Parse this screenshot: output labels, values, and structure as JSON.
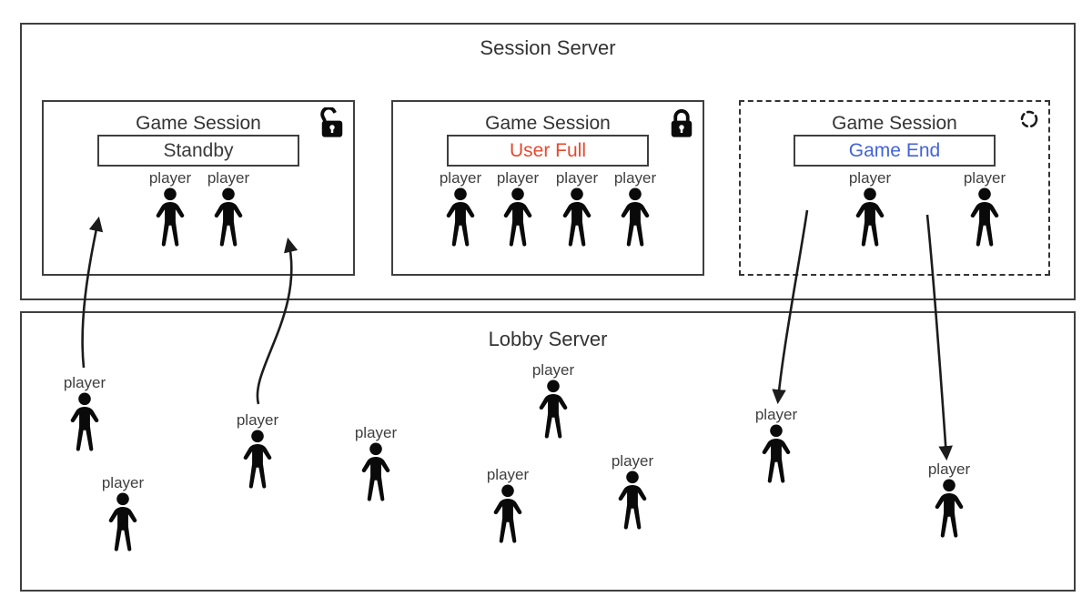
{
  "session_server": {
    "title": "Session Server",
    "sessions": [
      {
        "title": "Game Session",
        "status": "Standby",
        "status_color": "#3a3a3a",
        "corner_icon": "unlock-icon",
        "border": "solid",
        "players": [
          "player",
          "player"
        ]
      },
      {
        "title": "Game Session",
        "status": "User Full",
        "status_color": "#e64a2e",
        "corner_icon": "lock-icon",
        "border": "solid",
        "players": [
          "player",
          "player",
          "player",
          "player"
        ]
      },
      {
        "title": "Game Session",
        "status": "Game End",
        "status_color": "#4363d8",
        "corner_icon": "refresh-icon",
        "border": "dashed",
        "players": [
          "player",
          "player"
        ]
      }
    ]
  },
  "lobby_server": {
    "title": "Lobby Server",
    "players": [
      "player",
      "player",
      "player",
      "player",
      "player",
      "player",
      "player",
      "player",
      "player"
    ]
  },
  "arrows": [
    {
      "from": "lobby-player-1",
      "to": "session-standby"
    },
    {
      "from": "lobby-player-3",
      "to": "session-standby"
    },
    {
      "from": "session-game-end",
      "to": "lobby-player-8"
    },
    {
      "from": "session-game-end",
      "to": "lobby-player-9"
    }
  ],
  "colors": {
    "border": "#3f3f3f",
    "text": "#333333",
    "status_red": "#e64a2e",
    "status_blue": "#4363d8"
  }
}
